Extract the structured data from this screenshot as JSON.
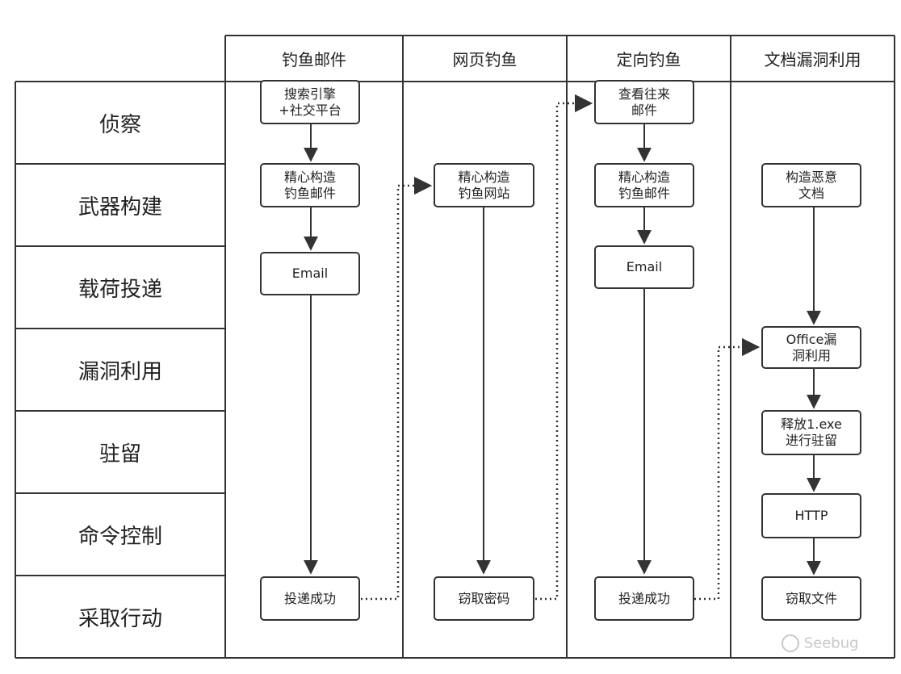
{
  "columns": [
    "钓鱼邮件",
    "网页钓鱼",
    "定向钓鱼",
    "文档漏洞利用"
  ],
  "stages": [
    "侦察",
    "武器构建",
    "载荷投递",
    "漏洞利用",
    "驻留",
    "命令控制",
    "采取行动"
  ],
  "lanes": {
    "phishing_email": {
      "recon": [
        "搜索引擎",
        "+社交平台"
      ],
      "weaponize": [
        "精心构造",
        "钓鱼邮件"
      ],
      "email": "Email",
      "success": "投递成功"
    },
    "web_phishing": {
      "weaponize": [
        "精心构造",
        "钓鱼网站"
      ],
      "steal": "窃取密码"
    },
    "spear_phishing": {
      "recon": [
        "查看往来",
        "邮件"
      ],
      "weaponize": [
        "精心构造",
        "钓鱼邮件"
      ],
      "email": "Email",
      "success": "投递成功"
    },
    "doc_exploit": {
      "weaponize": [
        "构造恶意",
        "文档"
      ],
      "exploit": [
        "Office漏",
        "洞利用"
      ],
      "install": [
        "释放1.exe",
        "进行驻留"
      ],
      "c2": "HTTP",
      "action": "窃取文件"
    }
  },
  "watermark": "Seebug"
}
